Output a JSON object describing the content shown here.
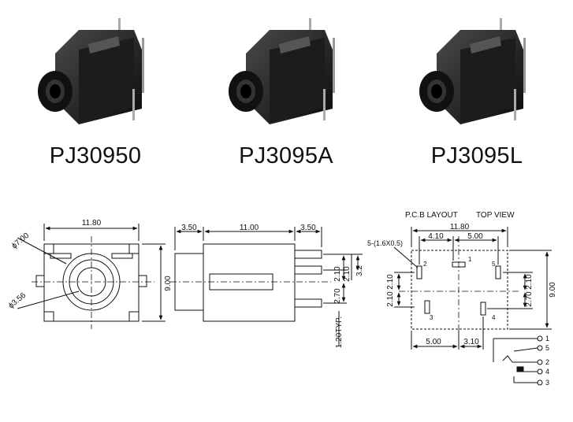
{
  "products": [
    {
      "name": "PJ30950"
    },
    {
      "name": "PJ3095A"
    },
    {
      "name": "PJ3095L"
    }
  ],
  "front_view": {
    "width": "11.80",
    "height": "9.00",
    "outer_dia": "ϕ7.00",
    "inner_dia": "ϕ3.56"
  },
  "side_view": {
    "left": "3.50",
    "body": "11.00",
    "right": "3.50",
    "pin_a": "2.10",
    "pin_b": "2.10",
    "pin_c": "3.2",
    "pin_d": "2.70",
    "typ": "1.20TYP."
  },
  "pcb_layout": {
    "title": "P.C.B LAYOUT",
    "view": "TOP VIEW",
    "width": "11.80",
    "height": "9.00",
    "hole": "5-(1.6X0.5)",
    "top_left": "4.10",
    "top_right": "5.00",
    "bottom_left": "5.00",
    "bottom_right": "3.10",
    "left_upper": "2.10",
    "left_lower": "2.10",
    "right_a": "2.70",
    "right_b": "2.10",
    "pins": [
      "1",
      "2",
      "3",
      "4",
      "5"
    ],
    "schematic_pins": [
      "1",
      "5",
      "2",
      "4",
      "3"
    ]
  }
}
